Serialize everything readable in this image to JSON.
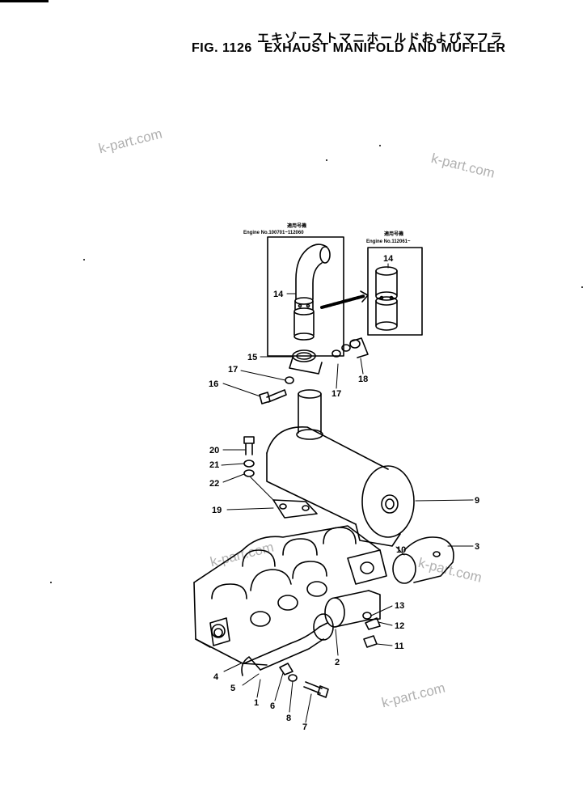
{
  "header": {
    "japanese_title": "エキゾーストマニホールドおよびマフラ",
    "figure_number": "FIG. 1126",
    "figure_title": "EXHAUST MANIFOLD AND MUFFLER"
  },
  "watermarks": [
    "k-part.com",
    "k-part.com",
    "k-part.com",
    "k-part.com",
    "k-part.com"
  ],
  "insets": {
    "left": {
      "heading_jp": "適用号機",
      "engine_range": "Engine No.100701~112060"
    },
    "right": {
      "heading_jp": "適用号機",
      "engine_range": "Engine No.112061~"
    }
  },
  "callouts": {
    "c14a": "14",
    "c14b": "14",
    "c15": "15",
    "c16": "16",
    "c17a": "17",
    "c17b": "17",
    "c18": "18",
    "c20": "20",
    "c21": "21",
    "c22": "22",
    "c19": "19",
    "c9": "9",
    "c10": "10",
    "c3": "3",
    "c13": "13",
    "c12": "12",
    "c11": "11",
    "c2": "2",
    "c4": "4",
    "c5": "5",
    "c1": "1",
    "c6": "6",
    "c8": "8",
    "c7": "7"
  },
  "colors": {
    "line": "#000000",
    "watermark": "#b0b0b0",
    "background": "#ffffff"
  }
}
